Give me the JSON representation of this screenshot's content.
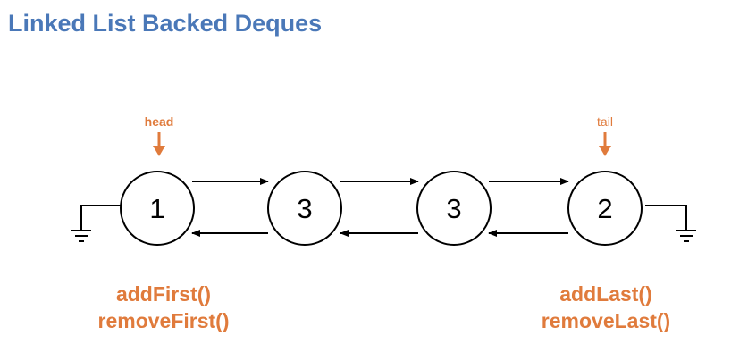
{
  "title": "Linked List Backed Deques",
  "pointers": {
    "head": "head",
    "tail": "tail"
  },
  "nodes": [
    "1",
    "3",
    "3",
    "2"
  ],
  "operations": {
    "front": [
      "addFirst()",
      "removeFirst()"
    ],
    "back": [
      "addLast()",
      "removeLast()"
    ]
  },
  "colors": {
    "title": "#4a78b8",
    "accent": "#e07b3c",
    "stroke": "#000000"
  },
  "icons": {
    "front_terminator": "ground-icon",
    "back_terminator": "ground-icon"
  }
}
